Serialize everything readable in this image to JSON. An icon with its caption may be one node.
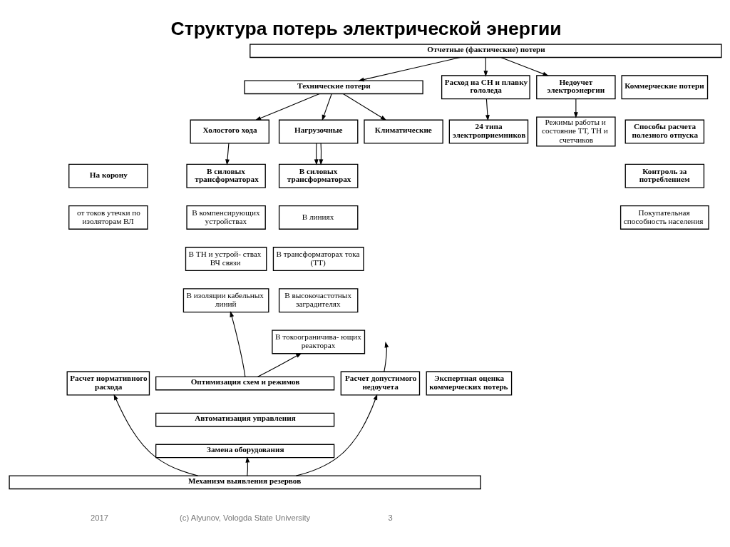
{
  "diagram": {
    "title": "Структура потерь электрической энергии",
    "nodes": [
      {
        "text": [
          "Отчетные (фактические) потери"
        ]
      },
      {
        "text": [
          "Технические потери"
        ]
      },
      {
        "text": [
          "Расход на СН и плавку гололеда"
        ]
      },
      {
        "text": [
          "Недоучет электроэнергии"
        ]
      },
      {
        "text": [
          "Коммерческие потери"
        ]
      },
      {
        "text": [
          "Нагрузочные"
        ]
      },
      {
        "text": [
          "Холостого хода"
        ]
      },
      {
        "text": [
          "Климатические"
        ]
      },
      {
        "text": [
          "24 типа электроприемников"
        ]
      },
      {
        "text": [
          "Режимы работы и состояние ТТ, ТН и счетчиков"
        ]
      },
      {
        "text": [
          "Способы расчета полезного отпуска"
        ]
      },
      {
        "text": [
          "Контроль за потреблением"
        ]
      },
      {
        "text": [
          "Покупательная способность населения"
        ]
      },
      {
        "text": [
          "В силовых трансформаторах"
        ]
      },
      {
        "text": [
          "В линиях"
        ]
      },
      {
        "text": [
          "В трансформаторах тока (ТТ)"
        ]
      },
      {
        "text": [
          "В высокочастотных заградителях"
        ]
      },
      {
        "text": [
          "В токоограничива- ющих реакторах"
        ]
      },
      {
        "text": [
          "В силовых трансформаторах"
        ]
      },
      {
        "text": [
          "В компенсирующих устройствах"
        ]
      },
      {
        "text": [
          "В ТН и устрой- ствах ВЧ связи"
        ]
      },
      {
        "text": [
          "В изоляции кабельных линий"
        ]
      },
      {
        "text": [
          "На корону"
        ]
      },
      {
        "text": [
          "от токов утечки по изоляторам ВЛ"
        ]
      },
      {
        "text": [
          "Оптимизация схем и режимов"
        ]
      },
      {
        "text": [
          "Автоматизация управления"
        ]
      },
      {
        "text": [
          "Замена оборудования"
        ]
      },
      {
        "text": [
          "Расчет нормативного расхода"
        ]
      },
      {
        "text": [
          "Расчет допустимого недоучета"
        ]
      },
      {
        "text": [
          "Экспертная оценка коммерческих потерь"
        ]
      },
      {
        "text": [
          "Механизм выявления резервов"
        ]
      }
    ],
    "edges": [
      {
        "from": 0,
        "to": 1,
        "arrow": "to"
      },
      {
        "from": 0,
        "to": 2,
        "arrow": "to"
      },
      {
        "from": 0,
        "to": 3,
        "arrow": "to"
      },
      {
        "from": 1,
        "to": 5,
        "arrow": "to"
      },
      {
        "from": 1,
        "to": 6,
        "arrow": "to"
      },
      {
        "from": 1,
        "to": 7,
        "arrow": "to"
      },
      {
        "from": 2,
        "to": 8,
        "arrow": "to"
      },
      {
        "from": 3,
        "to": 9,
        "arrow": "to"
      },
      {
        "from": 5,
        "to": 13,
        "arrow": "to"
      },
      {
        "from": 5,
        "to": 13,
        "arrow": "to"
      },
      {
        "from": 6,
        "to": 18,
        "arrow": "to"
      },
      {
        "from": 24,
        "to": 17,
        "arrow": "to"
      },
      {
        "from": 24,
        "to": 21,
        "arrow": "to"
      },
      {
        "from": 28,
        "to": null,
        "arrow": "to"
      },
      {
        "from": 30,
        "to": 26,
        "arrow": "to"
      },
      {
        "from": 30,
        "to": 27,
        "arrow": "to"
      },
      {
        "from": 30,
        "to": 28,
        "arrow": "to"
      }
    ],
    "labels": [
      "2017",
      "(c) Alyunov, Vologda State University",
      "3"
    ]
  }
}
